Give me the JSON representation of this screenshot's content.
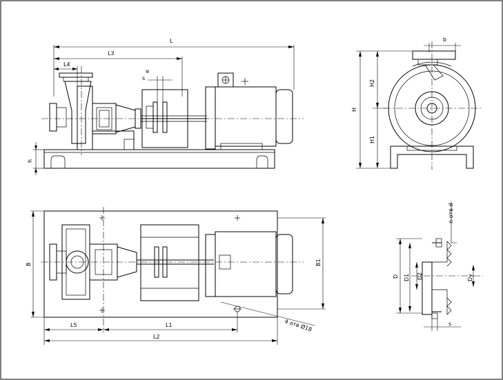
{
  "labels": {
    "L": "L",
    "L3": "L3",
    "L4": "L4",
    "s": "s",
    "e": "e",
    "h": "h",
    "H": "H",
    "H1": "H1",
    "H2": "H2",
    "b": "b",
    "B": "B",
    "B1": "B1",
    "L1": "L1",
    "L2": "L2",
    "L5": "L5",
    "holes": "4 отв Ø18",
    "D": "D",
    "D1": "D1",
    "D2": "D2",
    "Dy": "Dy",
    "flange_holes": "n отв d",
    "s_flange": "s"
  }
}
